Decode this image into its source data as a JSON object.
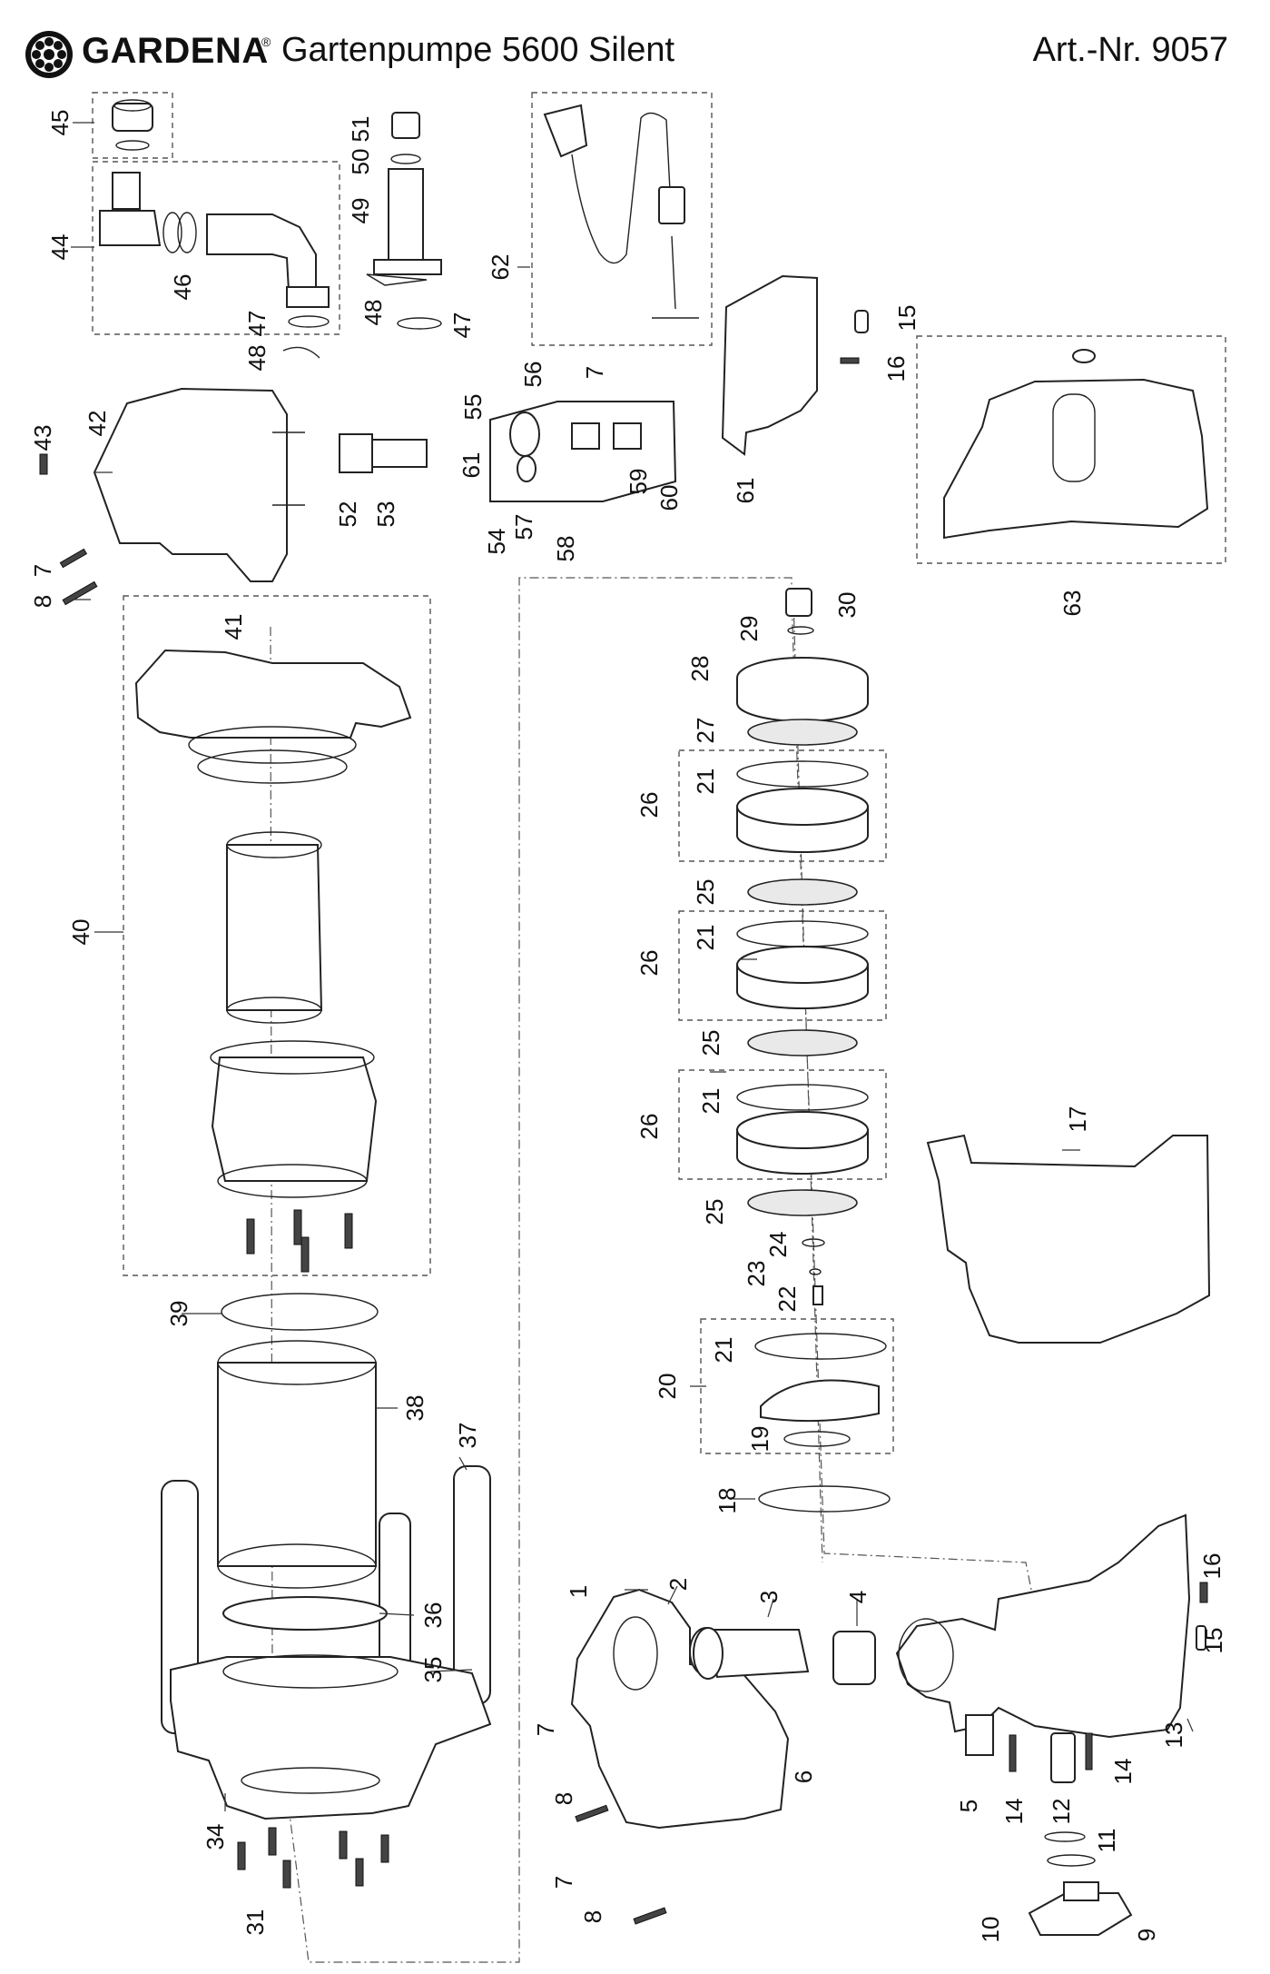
{
  "header": {
    "brand": "GARDENA",
    "brand_mark": "®",
    "product": "Gartenpumpe 5600 Silent",
    "article": "Art.-Nr. 9057"
  },
  "icons": {
    "logo": "gardena-flower-logo"
  },
  "part_labels": [
    {
      "id": "45",
      "text": "45"
    },
    {
      "id": "44",
      "text": "44"
    },
    {
      "id": "46",
      "text": "46"
    },
    {
      "id": "47a",
      "text": "47"
    },
    {
      "id": "51",
      "text": "51"
    },
    {
      "id": "50",
      "text": "50"
    },
    {
      "id": "49",
      "text": "49"
    },
    {
      "id": "48a",
      "text": "48"
    },
    {
      "id": "47b",
      "text": "47"
    },
    {
      "id": "62",
      "text": "62"
    },
    {
      "id": "48b",
      "text": "48"
    },
    {
      "id": "43",
      "text": "43"
    },
    {
      "id": "42",
      "text": "42"
    },
    {
      "id": "7a",
      "text": "7"
    },
    {
      "id": "8a",
      "text": "8"
    },
    {
      "id": "52",
      "text": "52"
    },
    {
      "id": "53",
      "text": "53"
    },
    {
      "id": "55",
      "text": "55"
    },
    {
      "id": "56",
      "text": "56"
    },
    {
      "id": "7b",
      "text": "7"
    },
    {
      "id": "61a",
      "text": "61"
    },
    {
      "id": "54",
      "text": "54"
    },
    {
      "id": "57",
      "text": "57"
    },
    {
      "id": "58",
      "text": "58"
    },
    {
      "id": "59",
      "text": "59"
    },
    {
      "id": "60",
      "text": "60"
    },
    {
      "id": "61b",
      "text": "61"
    },
    {
      "id": "15a",
      "text": "15"
    },
    {
      "id": "16a",
      "text": "16"
    },
    {
      "id": "63",
      "text": "63"
    },
    {
      "id": "41",
      "text": "41"
    },
    {
      "id": "40",
      "text": "40"
    },
    {
      "id": "39",
      "text": "39"
    },
    {
      "id": "38",
      "text": "38"
    },
    {
      "id": "37",
      "text": "37"
    },
    {
      "id": "36",
      "text": "36"
    },
    {
      "id": "35",
      "text": "35"
    },
    {
      "id": "34",
      "text": "34"
    },
    {
      "id": "31",
      "text": "31"
    },
    {
      "id": "30",
      "text": "30"
    },
    {
      "id": "29",
      "text": "29"
    },
    {
      "id": "28",
      "text": "28"
    },
    {
      "id": "27",
      "text": "27"
    },
    {
      "id": "26a",
      "text": "26"
    },
    {
      "id": "21a",
      "text": "21"
    },
    {
      "id": "25a",
      "text": "25"
    },
    {
      "id": "26b",
      "text": "26"
    },
    {
      "id": "21b",
      "text": "21"
    },
    {
      "id": "25b",
      "text": "25"
    },
    {
      "id": "26c",
      "text": "26"
    },
    {
      "id": "21c",
      "text": "21"
    },
    {
      "id": "25c",
      "text": "25"
    },
    {
      "id": "24",
      "text": "24"
    },
    {
      "id": "23",
      "text": "23"
    },
    {
      "id": "22",
      "text": "22"
    },
    {
      "id": "20",
      "text": "20"
    },
    {
      "id": "21d",
      "text": "21"
    },
    {
      "id": "19",
      "text": "19"
    },
    {
      "id": "18",
      "text": "18"
    },
    {
      "id": "17",
      "text": "17"
    },
    {
      "id": "1",
      "text": "1"
    },
    {
      "id": "2",
      "text": "2"
    },
    {
      "id": "3",
      "text": "3"
    },
    {
      "id": "4",
      "text": "4"
    },
    {
      "id": "7c",
      "text": "7"
    },
    {
      "id": "8b",
      "text": "8"
    },
    {
      "id": "7d",
      "text": "7"
    },
    {
      "id": "8c",
      "text": "8"
    },
    {
      "id": "6",
      "text": "6"
    },
    {
      "id": "5",
      "text": "5"
    },
    {
      "id": "14a",
      "text": "14"
    },
    {
      "id": "12",
      "text": "12"
    },
    {
      "id": "14b",
      "text": "14"
    },
    {
      "id": "11",
      "text": "11"
    },
    {
      "id": "10",
      "text": "10"
    },
    {
      "id": "9",
      "text": "9"
    },
    {
      "id": "13",
      "text": "13"
    },
    {
      "id": "16b",
      "text": "16"
    },
    {
      "id": "15b",
      "text": "15"
    }
  ]
}
